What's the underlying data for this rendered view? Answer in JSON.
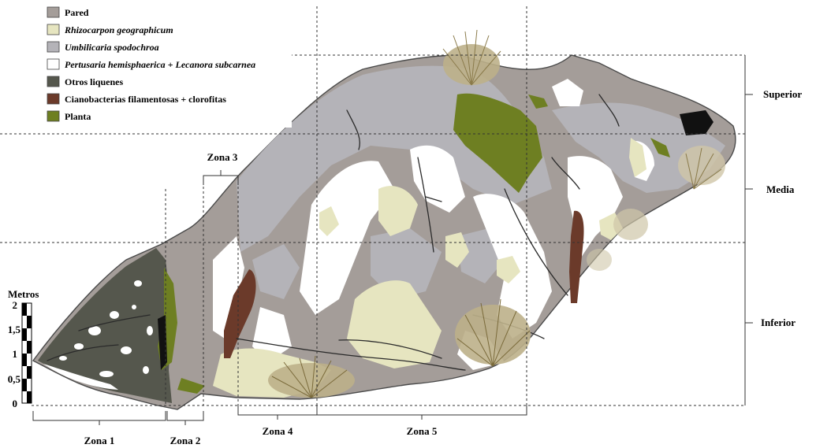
{
  "legend": [
    {
      "label": "Pared",
      "color": "#a49d99",
      "italic": false
    },
    {
      "label": "Rhizocarpon geographicum",
      "color": "#e6e5c0",
      "italic": true
    },
    {
      "label": "Umbilicaria spodochroa",
      "color": "#b4b3b8",
      "italic": true
    },
    {
      "label": "Pertusaria hemisphaerica + Lecanora subcarnea",
      "color": "#ffffff",
      "italic": true
    },
    {
      "label": "Otros liquenes",
      "color": "#55574d",
      "italic": false
    },
    {
      "label": "Cianobacterias filamentosas + clorofitas",
      "color": "#6b3a2a",
      "italic": false
    },
    {
      "label": "Planta",
      "color": "#6e7f22",
      "italic": false
    }
  ],
  "scale": {
    "title": "Metros",
    "ticks": [
      "2",
      "1,5",
      "1",
      "0,5",
      "0"
    ]
  },
  "zones_top": {
    "zona3": "Zona 3"
  },
  "zones_bottom": {
    "zona1": "Zona 1",
    "zona2": "Zona 2",
    "zona4": "Zona 4",
    "zona5": "Zona 5"
  },
  "levels": {
    "superior": "Superior",
    "media": "Media",
    "inferior": "Inferior"
  }
}
